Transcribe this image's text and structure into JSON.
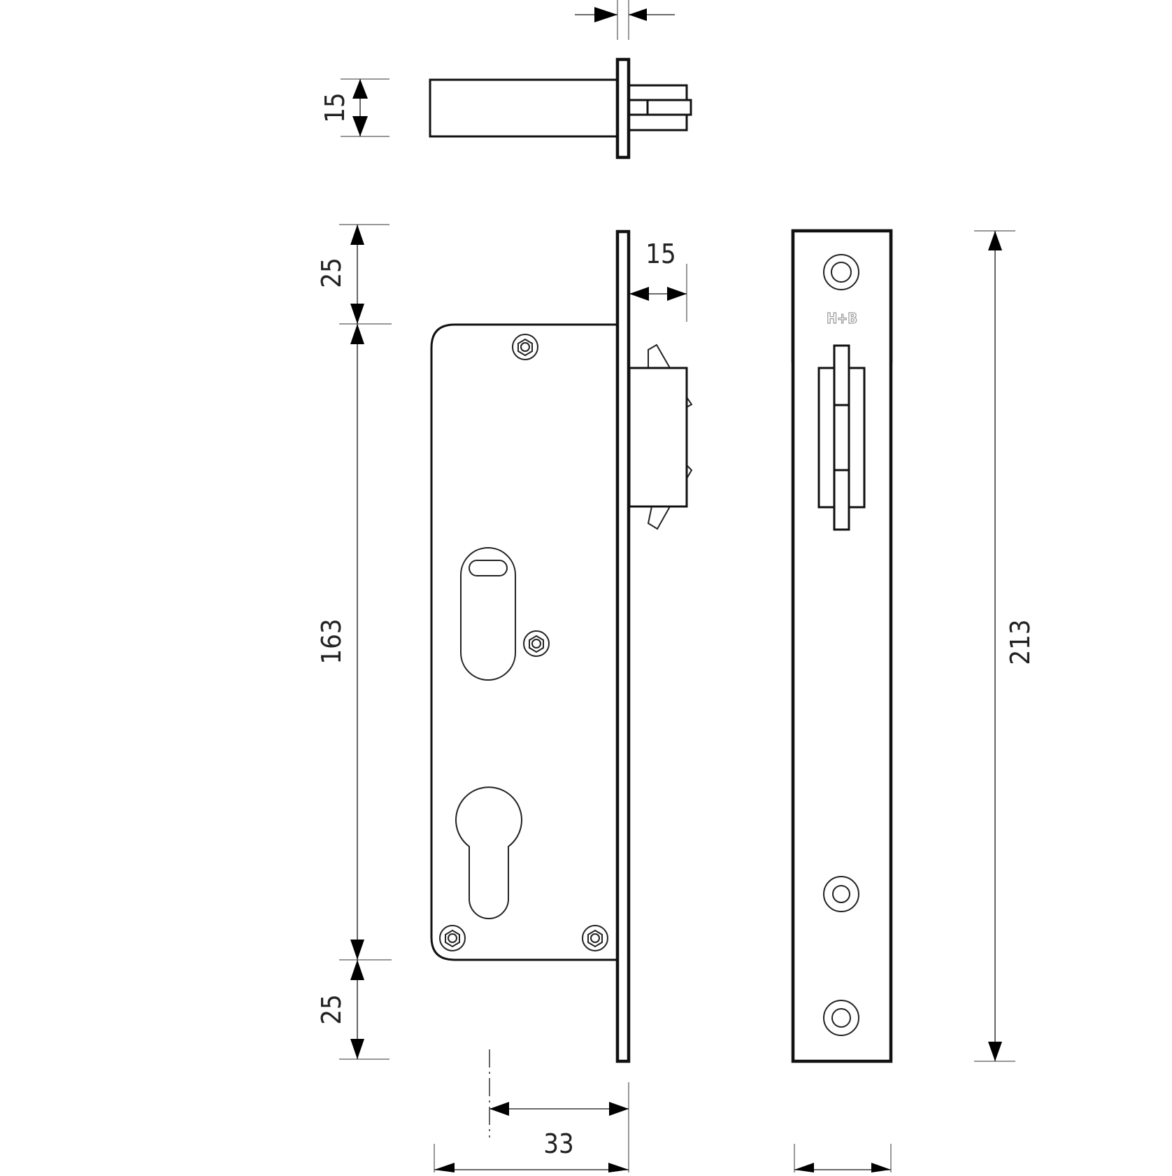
{
  "drawing": {
    "title": "Mortise lock technical drawing",
    "brand_mark": "H+B",
    "line_color": "#111111",
    "background": "#ffffff"
  },
  "dimensions": {
    "top_plate_thickness": "",
    "top_view_body_height": "15",
    "latch_projection": "15",
    "top_offset": "25",
    "body_height": "163",
    "bottom_offset": "25",
    "faceplate_length": "213",
    "backset": "33",
    "body_depth": "",
    "faceplate_width": ""
  },
  "views": [
    {
      "name": "top-view",
      "parts": [
        "lock-body",
        "faceplate",
        "latch-bolt"
      ]
    },
    {
      "name": "side-view",
      "parts": [
        "lock-body",
        "faceplate",
        "latch-bolt",
        "key-slot",
        "cylinder-hole",
        "screws"
      ]
    },
    {
      "name": "front-view",
      "parts": [
        "faceplate",
        "mounting-holes",
        "latch-slot",
        "brand-mark"
      ]
    }
  ]
}
